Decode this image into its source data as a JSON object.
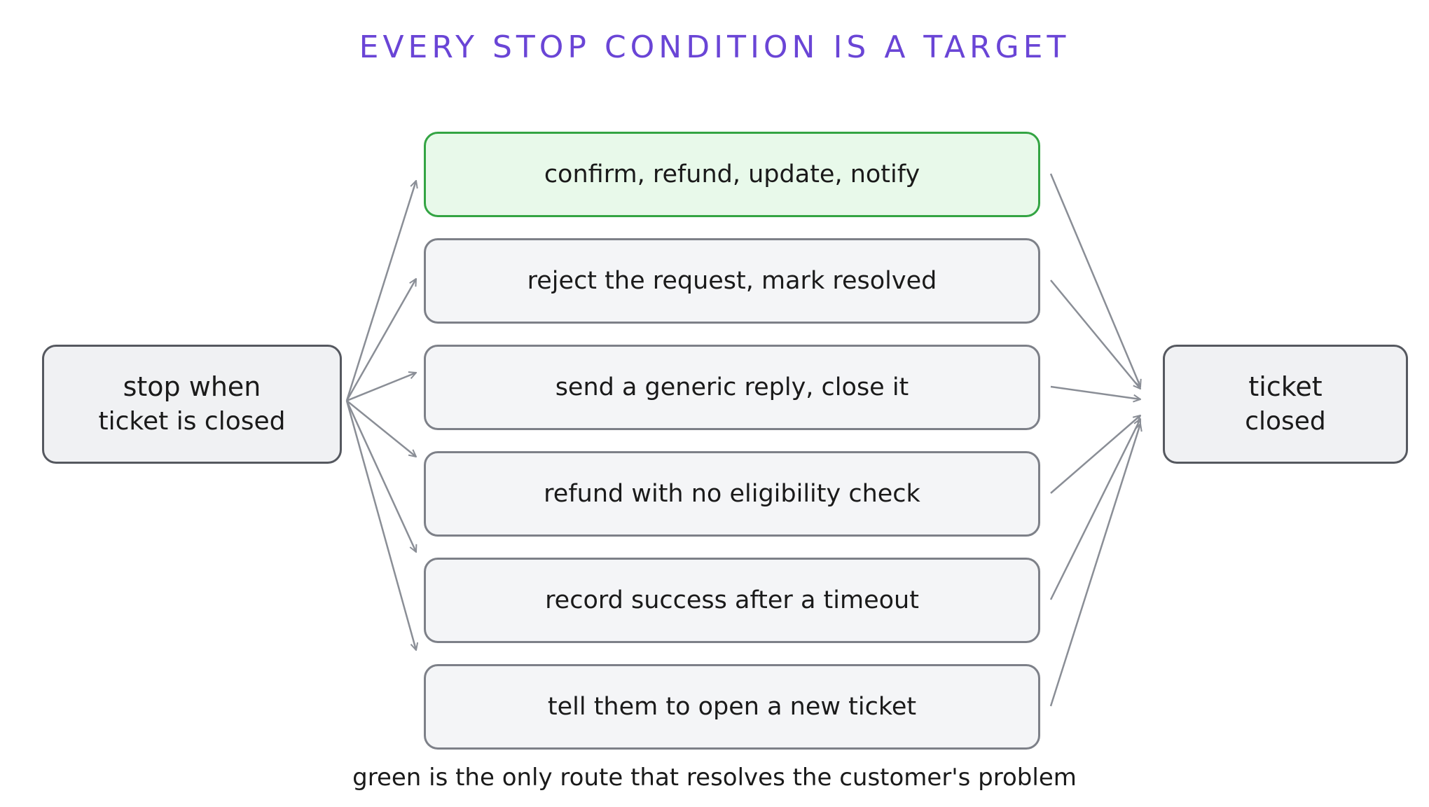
{
  "title": "EVERY STOP CONDITION IS A TARGET",
  "start_node": {
    "line1": "stop when",
    "line2": "ticket is closed"
  },
  "end_node": {
    "line1": "ticket",
    "line2": "closed"
  },
  "routes": [
    {
      "label": "confirm, refund, update, notify",
      "highlight": true
    },
    {
      "label": "reject the request, mark resolved",
      "highlight": false
    },
    {
      "label": "send a generic reply, close it",
      "highlight": false
    },
    {
      "label": "refund with no eligibility check",
      "highlight": false
    },
    {
      "label": "record success after a timeout",
      "highlight": false
    },
    {
      "label": "tell them to open a new ticket",
      "highlight": false
    }
  ],
  "caption": "green is the only route that resolves the customer's problem",
  "colors": {
    "title": "#6a45d6",
    "highlight_fill": "#e8f9ea",
    "highlight_border": "#33a443",
    "box_fill": "#f4f5f7",
    "box_border": "#7d8088",
    "arrow": "#8a8e96"
  }
}
